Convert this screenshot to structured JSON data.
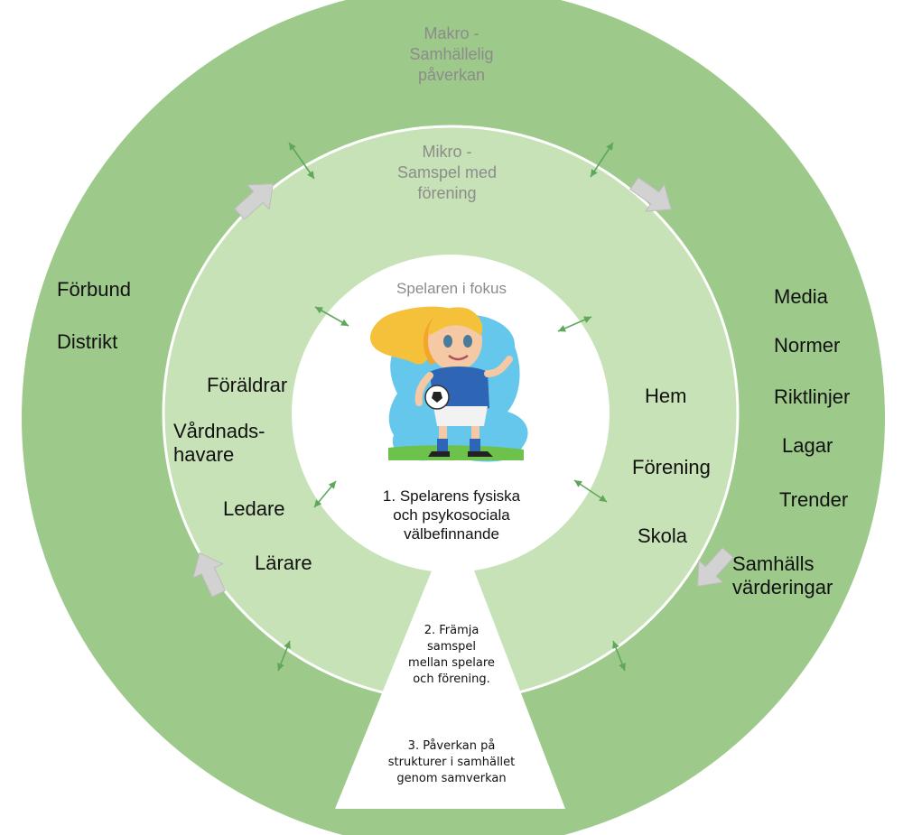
{
  "colors": {
    "macro_ring": "#9dc98a",
    "micro_ring": "#c6e2b6",
    "center": "#ffffff",
    "ring_border": "#ffffff",
    "connector_arrow": "#5fa85a",
    "flow_arrow": "#d2d2d2",
    "label_text": "#111111",
    "ring_title_text": "#8c8c8c"
  },
  "macro": {
    "title_lines": [
      "Makro -",
      "Samhällelig",
      "påverkan"
    ],
    "left_labels": [
      "Förbund",
      "Distrikt"
    ],
    "right_labels": [
      "Media",
      "Normer",
      "Riktlinjer",
      "Lagar",
      "Trender"
    ],
    "society_values_lines": [
      "Samhälls",
      "värderingar"
    ]
  },
  "micro": {
    "title_lines": [
      "Mikro -",
      "Samspel med",
      "förening"
    ],
    "left_labels": [
      "Föräldrar",
      "Vårdnads-",
      "havare",
      "Ledare",
      "Lärare"
    ],
    "right_labels": [
      "Hem",
      "Förening",
      "Skola"
    ]
  },
  "center": {
    "title": "Spelaren i fokus",
    "illustration": "girl-football-player-icon",
    "goal_lines": [
      "1.  Spelarens fysiska",
      "och psykosociala",
      "välbefinnande"
    ]
  },
  "wedge": {
    "goal2_lines": [
      "2. Främja",
      "samspel",
      "mellan spelare",
      "och förening."
    ],
    "goal3_lines": [
      "3. Påverkan på",
      "strukturer i samhället",
      "genom samverkan"
    ]
  },
  "icons": {
    "connector": "double-headed-arrow-icon",
    "flow": "block-arrow-icon"
  }
}
